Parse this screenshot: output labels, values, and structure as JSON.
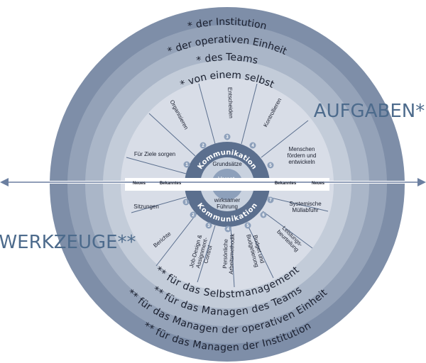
{
  "outer_top_rings": [
    "* der Institution",
    "* der operativen Einheit",
    "* des Teams",
    "* von einem selbst"
  ],
  "outer_bottom_rings": [
    "** für das Selbstmanagement",
    "** für das Managen des Teams",
    "** für das Managen der operativen Einheit",
    "** für das Managen der Institution"
  ],
  "aufgaben": "AUFGABEN*",
  "werkzeuge": "WERKZEUGE**",
  "top_segments": [
    {
      "label": "Für Ziele sorgen",
      "num": "1"
    },
    {
      "label": "Organisieren",
      "num": "2"
    },
    {
      "label": "Entscheiden",
      "num": "3"
    },
    {
      "label": "Kontrollieren",
      "num": "4"
    },
    {
      "label": "Menschen fördern und entwickeln",
      "num": "5"
    }
  ],
  "bottom_segments": [
    {
      "label": "Sitzungen",
      "num": "1"
    },
    {
      "label": "Berichte",
      "num": "2"
    },
    {
      "label": "Job-Design & Assignment-Control",
      "num": "3"
    },
    {
      "label": "Persönliche Arbeitsmethodik",
      "num": "4"
    },
    {
      "label": "Budget und Budgetierung",
      "num": "5"
    },
    {
      "label": "Leistungs-beurteilung",
      "num": "6"
    },
    {
      "label": "Systemische Müllabfuhr",
      "num": "7"
    }
  ],
  "band_left": [
    "Neues",
    "Bekanntes"
  ],
  "band_right": [
    "Bekanntes",
    "Neues"
  ],
  "kommunikation": "Kommunikation",
  "grundsaetze": "Grundsätze",
  "verantwortung": "Verant-wortung",
  "fuehrung": "wirksamer Führung"
}
